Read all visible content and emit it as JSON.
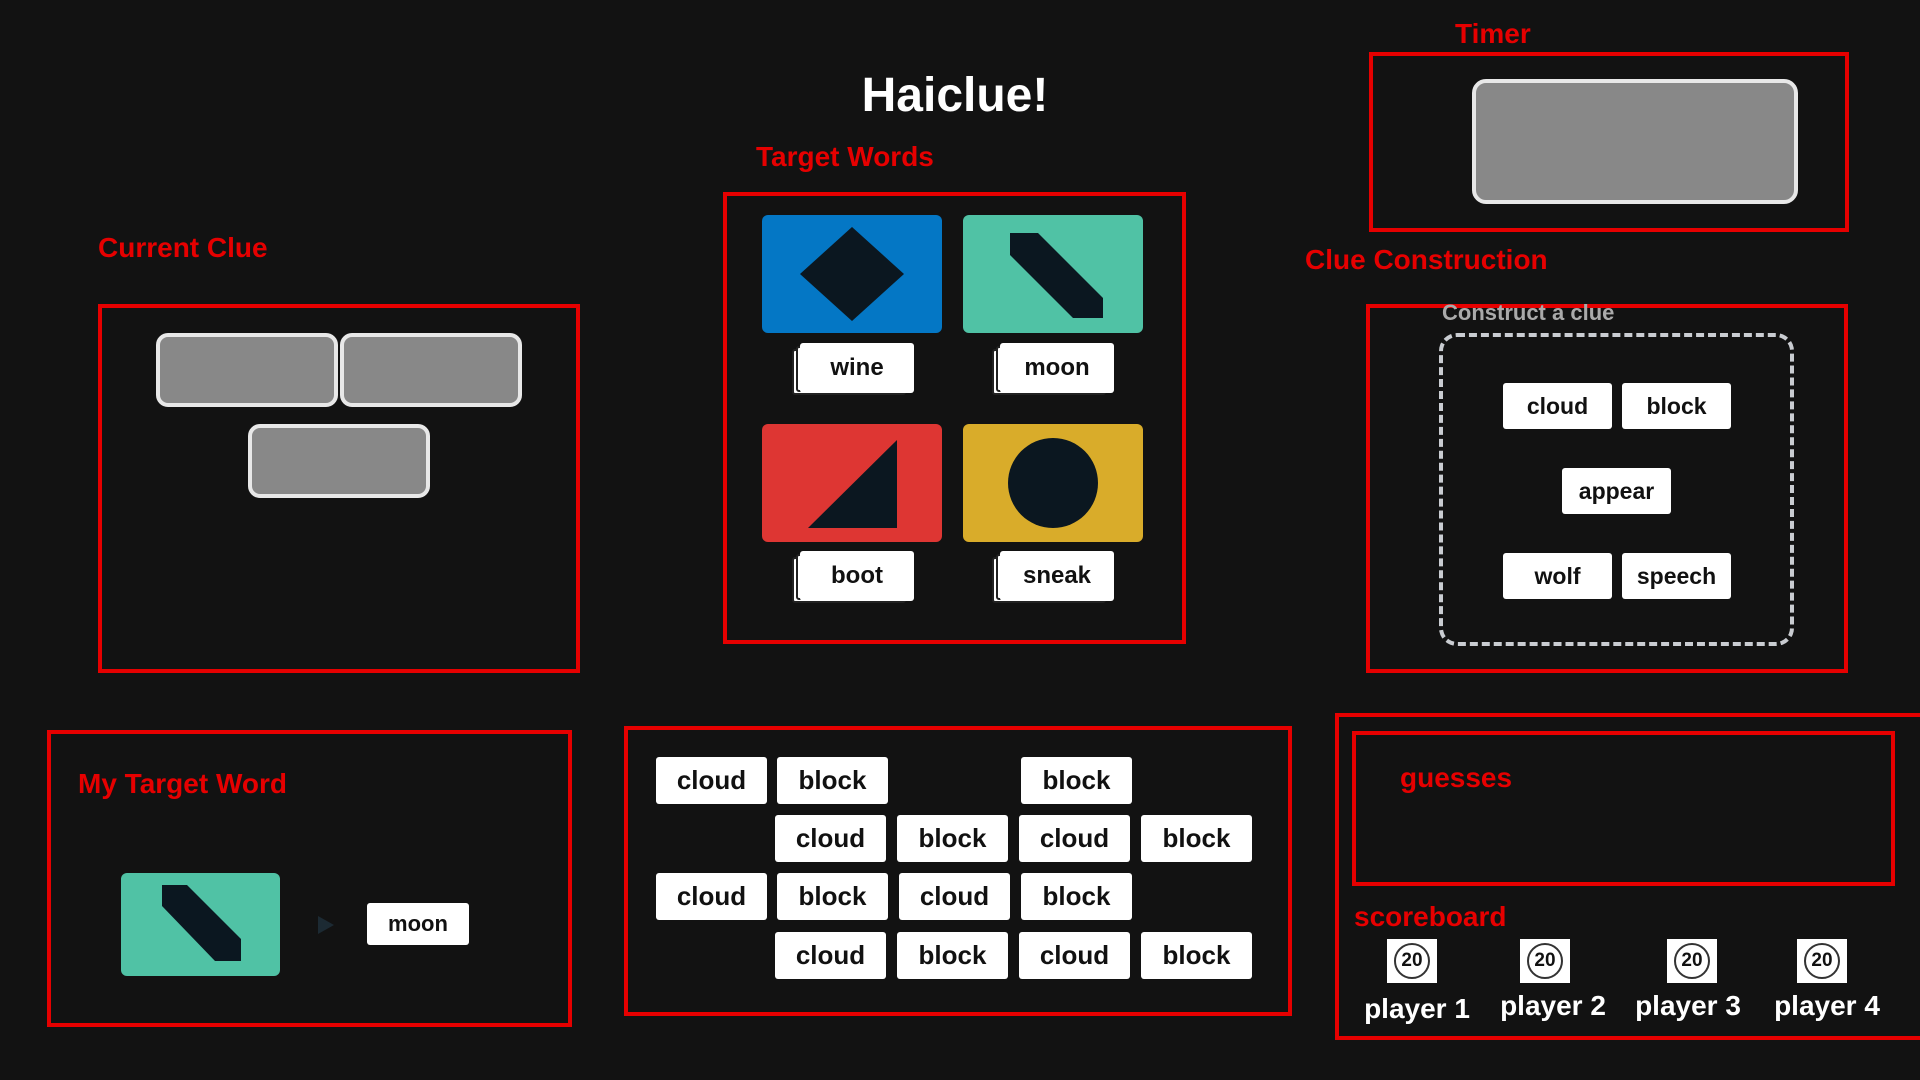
{
  "app": {
    "title": "Haiclue!"
  },
  "colors": {
    "accent_red": "#e60000",
    "blue": "#0477c5",
    "teal": "#50c2a5",
    "red": "#de3633",
    "yellow": "#d9ac2a",
    "dark": "#0b1720",
    "gray_slot": "#888888"
  },
  "sections": {
    "timer": "Timer",
    "target_words": "Target Words",
    "current_clue": "Current Clue",
    "clue_construction": "Clue Construction",
    "my_target_word": "My Target Word",
    "guesses": "guesses",
    "scoreboard": "scoreboard"
  },
  "target_cards": [
    {
      "word": "wine",
      "color": "blue",
      "shape": "diamond"
    },
    {
      "word": "moon",
      "color": "teal",
      "shape": "bent-bar"
    },
    {
      "word": "boot",
      "color": "red",
      "shape": "triangle"
    },
    {
      "word": "sneak",
      "color": "yellow",
      "shape": "circle"
    }
  ],
  "construct": {
    "label": "Construct a clue",
    "words": [
      "cloud",
      "block",
      "appear",
      "wolf",
      "speech"
    ]
  },
  "my_target": {
    "word": "moon",
    "shape": "bent-bar",
    "color": "teal"
  },
  "word_pool": [
    [
      "cloud",
      "block",
      "block"
    ],
    [
      "cloud",
      "block",
      "cloud",
      "block"
    ],
    [
      "cloud",
      "block",
      "cloud",
      "block"
    ],
    [
      "cloud",
      "block",
      "cloud",
      "block"
    ]
  ],
  "scoreboard": {
    "players": [
      {
        "name": "player 1",
        "score": "20"
      },
      {
        "name": "player 2",
        "score": "20"
      },
      {
        "name": "player 3",
        "score": "20"
      },
      {
        "name": "player 4",
        "score": "20"
      }
    ]
  }
}
